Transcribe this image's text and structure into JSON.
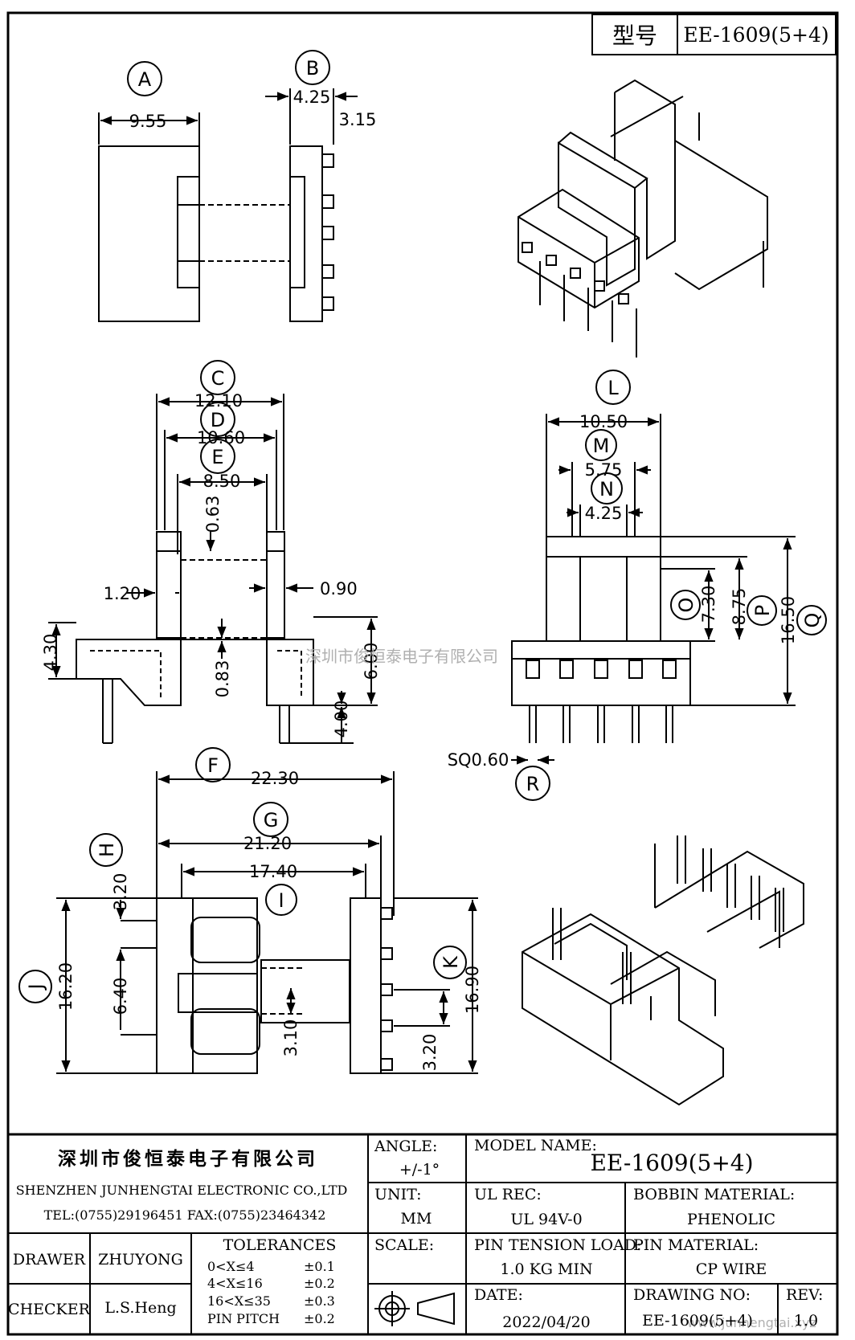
{
  "header": {
    "model_label": "型号",
    "model_value": "EE-1609(5+4)"
  },
  "views": {
    "a": {
      "label": "A",
      "dims": [
        "9.55"
      ]
    },
    "b": {
      "label": "B",
      "dims": [
        "4.25",
        "3.15"
      ]
    },
    "c": {
      "labels": [
        "C",
        "D",
        "E"
      ],
      "dims": [
        "12.10",
        "10.60",
        "8.50",
        "0.63",
        "1.20",
        "0.90",
        "4.30",
        "0.83",
        "6.00",
        "4.00"
      ]
    },
    "l": {
      "labels": [
        "L",
        "M",
        "N",
        "O",
        "P",
        "Q",
        "R"
      ],
      "dims": [
        "10.50",
        "5.75",
        "4.25",
        "7.30",
        "8.75",
        "16.50",
        "SQ0.60"
      ]
    },
    "f": {
      "labels": [
        "F",
        "G",
        "H",
        "I",
        "J",
        "K"
      ],
      "dims": [
        "22.30",
        "21.20",
        "17.40",
        "3.20",
        "6.40",
        "16.20",
        "3.10",
        "16.90",
        "3.20"
      ]
    }
  },
  "watermark": "深圳市俊恒泰电子有限公司",
  "watermark_url": "www.junhengtai.xyz",
  "title_block": {
    "company_cn": "深圳市俊恒泰电子有限公司",
    "company_en": "SHENZHEN JUNHENGTAI ELECTRONIC CO.,LTD",
    "contact": "TEL:(0755)29196451 FAX:(0755)23464342",
    "angle_label": "ANGLE:",
    "angle_value": "+/-1°",
    "model_name_label": "MODEL NAME:",
    "model_name_value": "EE-1609(5+4)",
    "unit_label": "UNIT:",
    "unit_value": "MM",
    "ul_rec_label": "UL REC:",
    "ul_rec_value": "UL 94V-0",
    "bobbin_label": "BOBBIN MATERIAL:",
    "bobbin_value": "PHENOLIC",
    "scale_label": "SCALE:",
    "pin_tension_label": "PIN TENSION LOAD:",
    "pin_tension_value": "1.0 KG MIN",
    "pin_material_label": "PIN MATERIAL:",
    "pin_material_value": "CP WIRE",
    "drawer_label": "DRAWER",
    "drawer_value": "ZHUYONG",
    "checker_label": "CHECKER",
    "checker_value": "L.S.Heng",
    "tolerances_label": "TOLERANCES",
    "tolerances": [
      {
        "range": "0<X≤4",
        "tol": "±0.1"
      },
      {
        "range": "4<X≤16",
        "tol": "±0.2"
      },
      {
        "range": "16<X≤35",
        "tol": "±0.3"
      },
      {
        "range": "PIN PITCH",
        "tol": "±0.2"
      }
    ],
    "date_label": "DATE:",
    "date_value": "2022/04/20",
    "drawing_no_label": "DRAWING NO:",
    "drawing_no_value": "EE-1609(5+4)",
    "rev_label": "REV:",
    "rev_value": "1.0"
  }
}
